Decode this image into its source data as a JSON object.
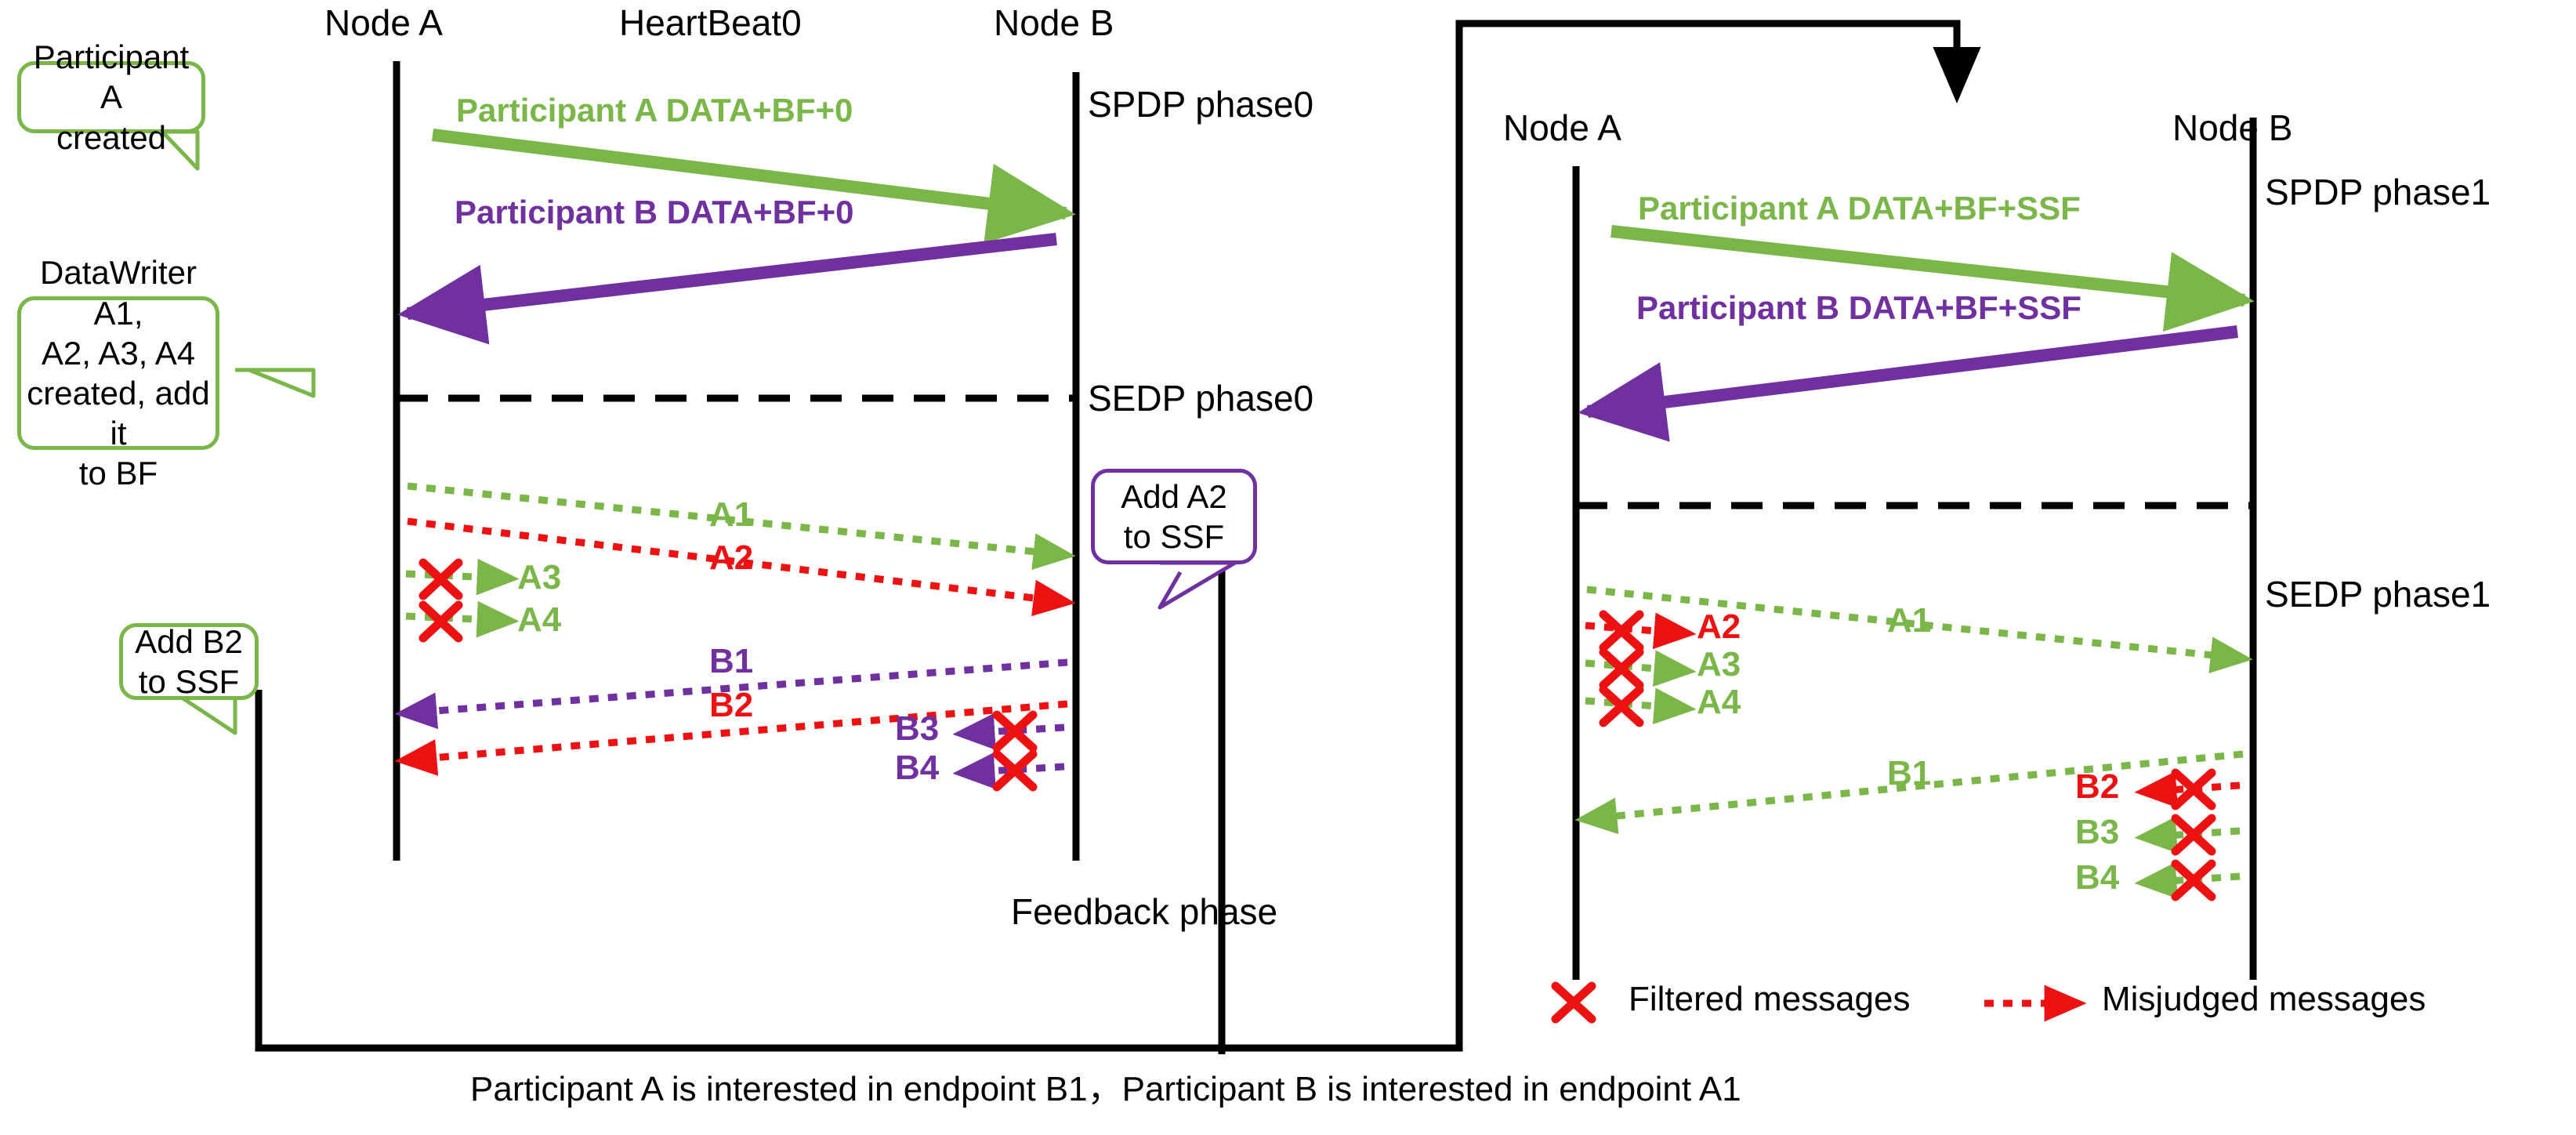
{
  "meta": {
    "colors": {
      "green": "#7AB648",
      "purple": "#7030A0",
      "red": "#EE1111",
      "black": "#000000"
    }
  },
  "left_panel": {
    "headers": {
      "node_a": "Node A",
      "heartbeat": "HeartBeat0",
      "node_b": "Node B"
    },
    "phases": {
      "spdp": "SPDP phase0",
      "sedp": "SEDP phase0",
      "feedback": "Feedback phase"
    },
    "solid_messages": [
      {
        "label": "Participant A DATA+BF+0",
        "color": "green",
        "direction": "a-to-b"
      },
      {
        "label": "Participant B DATA+BF+0",
        "color": "purple",
        "direction": "b-to-a"
      }
    ],
    "callouts": [
      {
        "id": "participant-a-created",
        "text": "Participant A\ncreated",
        "color": "green"
      },
      {
        "id": "datawriter-created",
        "text": "DataWriter A1,\nA2, A3, A4\ncreated, add it\nto BF",
        "color": "green"
      },
      {
        "id": "add-b2-to-ssf",
        "text": "Add  B2\nto SSF",
        "color": "green"
      },
      {
        "id": "add-a2-to-ssf",
        "text": "Add  A2\nto SSF",
        "color": "purple"
      }
    ],
    "endpoint_messages": [
      {
        "label": "A1",
        "color": "green",
        "direction": "a-to-b",
        "filtered": false,
        "short": false
      },
      {
        "label": "A2",
        "color": "red",
        "direction": "a-to-b",
        "filtered": false,
        "short": false
      },
      {
        "label": "A3",
        "color": "green",
        "direction": "a-to-b",
        "filtered": true,
        "short": true
      },
      {
        "label": "A4",
        "color": "green",
        "direction": "a-to-b",
        "filtered": true,
        "short": true
      },
      {
        "label": "B1",
        "color": "purple",
        "direction": "b-to-a",
        "filtered": false,
        "short": false
      },
      {
        "label": "B2",
        "color": "red",
        "direction": "b-to-a",
        "filtered": false,
        "short": false
      },
      {
        "label": "B3",
        "color": "purple",
        "direction": "b-to-a",
        "filtered": true,
        "short": true
      },
      {
        "label": "B4",
        "color": "purple",
        "direction": "b-to-a",
        "filtered": true,
        "short": true
      }
    ]
  },
  "right_panel": {
    "headers": {
      "node_a": "Node A",
      "node_b": "Node B"
    },
    "phases": {
      "spdp": "SPDP phase1",
      "sedp": "SEDP phase1"
    },
    "solid_messages": [
      {
        "label": "Participant A DATA+BF+SSF",
        "color": "green",
        "direction": "a-to-b"
      },
      {
        "label": "Participant B DATA+BF+SSF",
        "color": "purple",
        "direction": "b-to-a"
      }
    ],
    "endpoint_messages": [
      {
        "label": "A1",
        "color": "green",
        "direction": "a-to-b",
        "filtered": false,
        "short": false
      },
      {
        "label": "A2",
        "color": "red",
        "direction": "a-to-b",
        "filtered": true,
        "short": true
      },
      {
        "label": "A3",
        "color": "green",
        "direction": "a-to-b",
        "filtered": true,
        "short": true
      },
      {
        "label": "A4",
        "color": "green",
        "direction": "a-to-b",
        "filtered": true,
        "short": true
      },
      {
        "label": "B1",
        "color": "green",
        "direction": "b-to-a",
        "filtered": false,
        "short": false
      },
      {
        "label": "B2",
        "color": "red",
        "direction": "b-to-a",
        "filtered": true,
        "short": true
      },
      {
        "label": "B3",
        "color": "green",
        "direction": "b-to-a",
        "filtered": true,
        "short": true
      },
      {
        "label": "B4",
        "color": "green",
        "direction": "b-to-a",
        "filtered": true,
        "short": true
      }
    ]
  },
  "legend": {
    "filtered_label": "Filtered messages",
    "misjudged_label": "Misjudged messages",
    "filtered_icon": "cross-icon",
    "misjudged_icon": "dotted-arrow-icon"
  },
  "caption": "Participant A is interested in endpoint B1，Participant B is interested in endpoint A1"
}
